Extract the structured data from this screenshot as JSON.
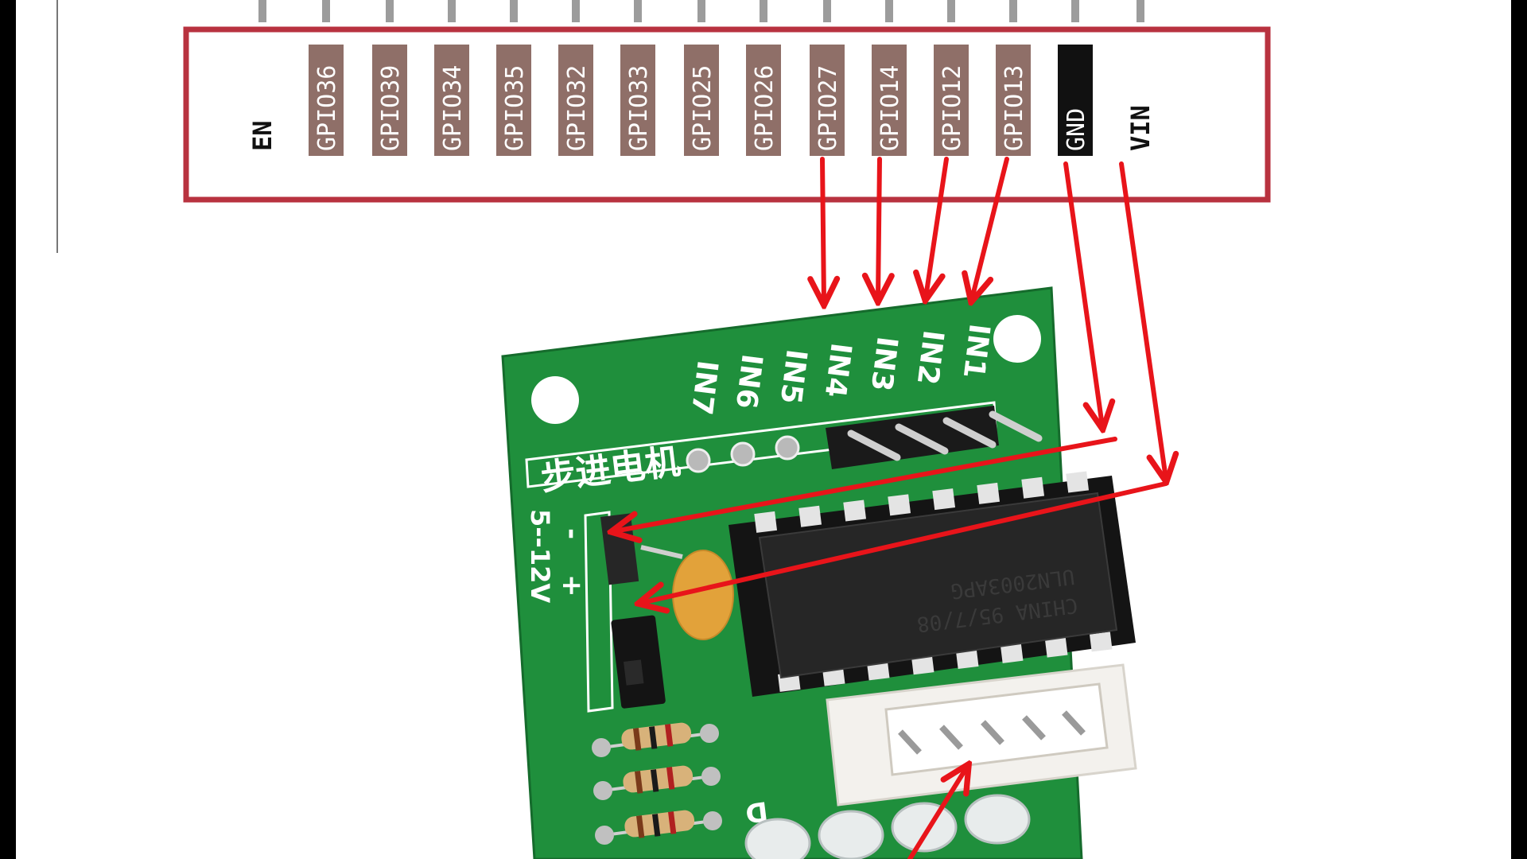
{
  "colors": {
    "header_border": "#b8323f",
    "pin_tag": "#8f6f68",
    "gnd_tag": "#111111",
    "wire": "#e8141a",
    "pcb": "#1f8f3c",
    "silk": "#ffffff"
  },
  "header": {
    "pins": [
      {
        "label": "EN"
      },
      {
        "label": "GPIO36"
      },
      {
        "label": "GPIO39"
      },
      {
        "label": "GPIO34"
      },
      {
        "label": "GPIO35"
      },
      {
        "label": "GPIO32"
      },
      {
        "label": "GPIO33"
      },
      {
        "label": "GPIO25"
      },
      {
        "label": "GPIO26"
      },
      {
        "label": "GPIO27"
      },
      {
        "label": "GPIO14"
      },
      {
        "label": "GPIO12"
      },
      {
        "label": "GPIO13"
      },
      {
        "label": "GND"
      },
      {
        "label": "VIN"
      }
    ]
  },
  "driver_board": {
    "input_labels": [
      "IN7",
      "IN6",
      "IN5",
      "IN4",
      "IN3",
      "IN2",
      "IN1"
    ],
    "module_label": "步进电机",
    "power_minus": "-",
    "power_plus": "+",
    "voltage_label": "5--12V",
    "chip_line1": "ULN2003APG",
    "chip_line2": "CHINA 95/7/08",
    "led_label": "D"
  },
  "connections": [
    {
      "from": "GPIO27",
      "to": "IN4"
    },
    {
      "from": "GPIO14",
      "to": "IN3"
    },
    {
      "from": "GPIO12",
      "to": "IN2"
    },
    {
      "from": "GPIO13",
      "to": "IN1"
    },
    {
      "from": "GND",
      "to": "-"
    },
    {
      "from": "VIN",
      "to": "+"
    }
  ]
}
